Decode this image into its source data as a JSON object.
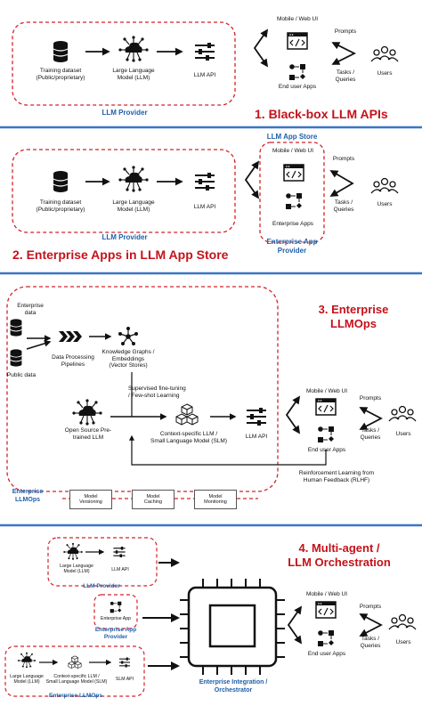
{
  "colors": {
    "provider_blue": "#1f5fa8",
    "title_red": "#c4121a",
    "divider_blue": "#3a76c4",
    "dash_red": "#d2232a"
  },
  "s1": {
    "training": "Training dataset\n(Public/proprietary)",
    "llm": "Large Language\nModel (LLM)",
    "api": "LLM API",
    "provider": "LLM Provider",
    "ui": "Mobile / Web UI",
    "apps": "End user Apps",
    "prompts": "Prompts",
    "tasks": "Tasks /\nQueries",
    "users": "Users",
    "title": "1. Black-box LLM APIs"
  },
  "s2": {
    "store": "LLM App Store",
    "training": "Training dataset\n(Public/proprietary)",
    "llm": "Large Language\nModel (LLM)",
    "api": "LLM API",
    "provider": "LLM Provider",
    "ui": "Mobile / Web UI",
    "apps": "Enterprise Apps",
    "eprov": "Enterprise App\nProvider",
    "prompts": "Prompts",
    "tasks": "Tasks /\nQueries",
    "users": "Users",
    "title": "2. Enterprise Apps in LLM App Store"
  },
  "s3": {
    "edata": "Enterprise\ndata",
    "pdata": "Public data",
    "pipelines": "Data Processing\nPipelines",
    "kg": "Knowledge Graphs /\nEmbeddings\n(Vector Stores)",
    "sft": "Supervised fine-tuning\n/ Few-shot Learning",
    "os": "Open Source Pre-\ntrained LLM",
    "ctx": "Context-specific LLM /\nSmall Language Model (SLM)",
    "api": "LLM API",
    "ui": "Mobile / Web UI",
    "apps": "End user Apps",
    "prompts": "Prompts",
    "tasks": "Tasks /\nQueries",
    "users": "Users",
    "rlhf": "Reinforcement Learning from\nHuman Feedback (RLHF)",
    "ellmops": "Enterprise\nLLMOps",
    "mv": "Model\nVersioning",
    "mc": "Model\nCaching",
    "mm": "Model\nMonitoring",
    "title": "3. Enterprise\nLLMOps"
  },
  "s4": {
    "title": "4. Multi-agent /\nLLM Orchestration",
    "llm": "Large Language\nModel (LLM)",
    "api": "LLM API",
    "provider": "LLM Provider",
    "eapp": "Enterprise App",
    "eprov": "Enterprise App\nProvider",
    "llm3": "Large Language\nModel (LLM)",
    "ctx": "Context-specific LLM /\nSmall Language Model (SLM)",
    "slm": "SLM API",
    "ellmops": "Enterprise LLMOps",
    "orch": "Enterprise Integration /\nOrchestrator",
    "ui": "Mobile / Web UI",
    "apps": "End user Apps",
    "prompts": "Prompts",
    "tasks": "Tasks /\nQueries",
    "users": "Users"
  }
}
